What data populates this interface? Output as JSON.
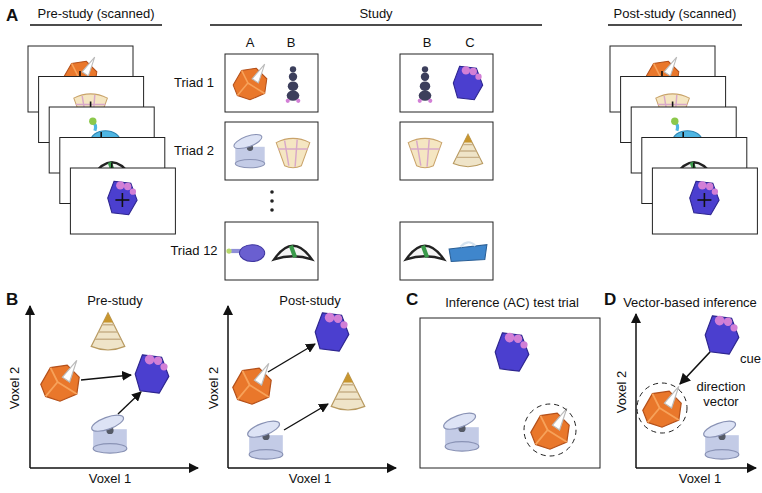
{
  "diagram": {
    "labels": [
      "A",
      "Pre-study (scanned)",
      "Study",
      "Post-study (scanned)",
      "A",
      "B",
      "B",
      "C",
      "Triad 1",
      "Triad 2",
      "Triad 12",
      "B",
      "Pre-study",
      "Post-study",
      "Voxel 2",
      "Voxel 1",
      "Voxel 2",
      "Voxel 1",
      "C",
      "Inference (AC) test trial",
      "D",
      "Vector-based inference",
      "Voxel 2",
      "Voxel 1",
      "cue",
      "direction vector"
    ]
  }
}
